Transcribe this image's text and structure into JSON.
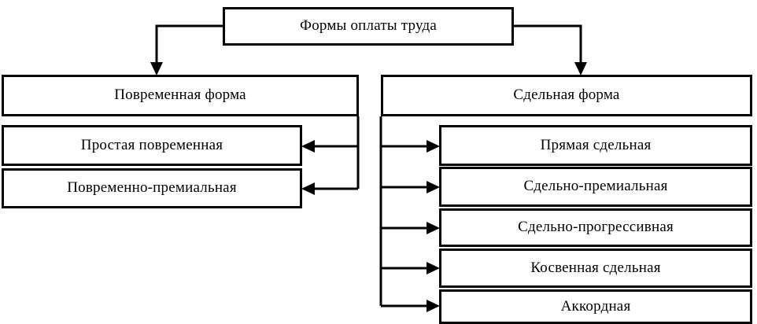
{
  "diagram": {
    "title_node": {
      "id": "root",
      "label": "Формы оплаты труда"
    },
    "branches": [
      {
        "id": "time",
        "label": "Повременная форма",
        "children": [
          {
            "id": "l1",
            "label": "Простая повременная"
          },
          {
            "id": "l2",
            "label": "Повременно-премиальная"
          }
        ]
      },
      {
        "id": "piece",
        "label": "Сдельная форма",
        "children": [
          {
            "id": "r1",
            "label": "Прямая сдельная"
          },
          {
            "id": "r2",
            "label": "Сдельно-премиальная"
          },
          {
            "id": "r3",
            "label": "Сдельно-прогрессивная"
          },
          {
            "id": "r4",
            "label": "Косвенная сдельная"
          },
          {
            "id": "r5",
            "label": "Аккордная"
          }
        ]
      }
    ],
    "colors": {
      "stroke": "#000000",
      "fill": "#ffffff",
      "text": "#000000"
    },
    "connectors": [
      {
        "name": "root-to-time",
        "direction": "down",
        "arrowhead": true
      },
      {
        "name": "root-to-piece",
        "direction": "down",
        "arrowhead": true
      },
      {
        "name": "time-to-l1",
        "direction": "left",
        "arrowhead": true
      },
      {
        "name": "time-to-l2",
        "direction": "left",
        "arrowhead": true
      },
      {
        "name": "piece-to-r1",
        "direction": "right",
        "arrowhead": true
      },
      {
        "name": "piece-to-r2",
        "direction": "right",
        "arrowhead": true
      },
      {
        "name": "piece-to-r3",
        "direction": "right",
        "arrowhead": true
      },
      {
        "name": "piece-to-r4",
        "direction": "right",
        "arrowhead": true
      },
      {
        "name": "piece-to-r5",
        "direction": "right",
        "arrowhead": true
      }
    ]
  }
}
